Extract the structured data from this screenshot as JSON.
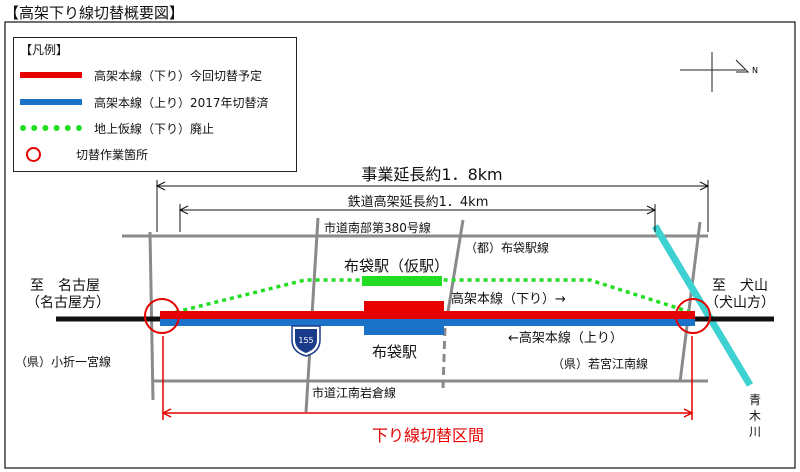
{
  "title": "【高架下り線切替概要図】",
  "legend": {
    "header": "【凡例】",
    "items": [
      {
        "label": "高架本線（下り）今回切替予定",
        "color": "#e60000",
        "kind": "solid"
      },
      {
        "label": "高架本線（上り）2017年切替済",
        "color": "#1a73c8",
        "kind": "solid"
      },
      {
        "label": "地上仮線（下り）廃止",
        "color": "#22dd22",
        "kind": "dotted"
      },
      {
        "label": "切替作業箇所",
        "color": "#e60000",
        "kind": "circle"
      }
    ]
  },
  "compass": {
    "label": "N"
  },
  "dimensions": {
    "business_length": "事業延長約1．8km",
    "railway_elevated_length": "鉄道高架延長約1．4km",
    "switch_section": "下り線切替区間"
  },
  "roads": {
    "north_road": "市道南部第380号線",
    "south_road": "市道江南岩倉線",
    "west_road": "（県）小折一宮線",
    "east_road": "（県）若宮江南線",
    "station_road": "（都）布袋駅線",
    "route_badge": "155"
  },
  "places": {
    "west_to": "至　名古屋",
    "west_sub": "（名古屋方）",
    "east_to": "至　犬山",
    "east_sub": "（犬山方）",
    "river": [
      "青",
      "木",
      "川"
    ]
  },
  "stations": {
    "temporary": "布袋駅（仮駅）",
    "main": "布袋駅"
  },
  "lines": {
    "down_label": "高架本線（下り）→",
    "up_label": "←高架本線（上り）"
  }
}
